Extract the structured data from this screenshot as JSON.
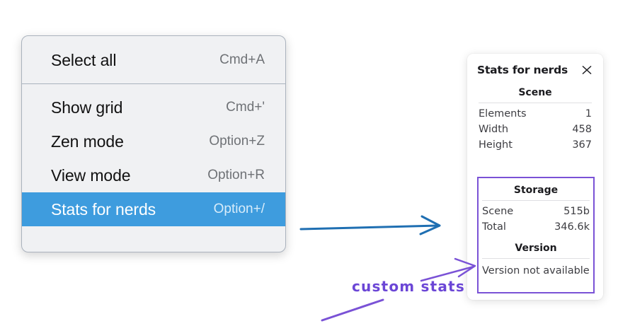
{
  "menu": {
    "groups": [
      {
        "items": [
          {
            "label": "Select all",
            "shortcut": "Cmd+A",
            "selected": false
          }
        ]
      },
      {
        "items": [
          {
            "label": "Show grid",
            "shortcut": "Cmd+'",
            "selected": false
          },
          {
            "label": "Zen mode",
            "shortcut": "Option+Z",
            "selected": false
          },
          {
            "label": "View mode",
            "shortcut": "Option+R",
            "selected": false
          },
          {
            "label": "Stats for nerds",
            "shortcut": "Option+/",
            "selected": true
          }
        ]
      }
    ],
    "selected_item_label": "Stats for nerds",
    "highlight_color": "#3e9cde"
  },
  "stats_panel": {
    "title": "Stats for nerds",
    "close_icon": "close-icon",
    "sections": [
      {
        "name": "scene",
        "title": "Scene",
        "rows": [
          {
            "key": "Elements",
            "value": "1"
          },
          {
            "key": "Width",
            "value": "458"
          },
          {
            "key": "Height",
            "value": "367"
          }
        ]
      },
      {
        "name": "storage",
        "title": "Storage",
        "rows": [
          {
            "key": "Scene",
            "value": "515b"
          },
          {
            "key": "Total",
            "value": "346.6k"
          }
        ]
      },
      {
        "name": "version",
        "title": "Version",
        "text": "Version not available"
      }
    ]
  },
  "annotations": {
    "custom_stats_label": "custom stats",
    "highlight_box_color": "#7a52d6",
    "arrow_blue_color": "#1f6fb2",
    "arrow_purple_color": "#7a52d6"
  }
}
